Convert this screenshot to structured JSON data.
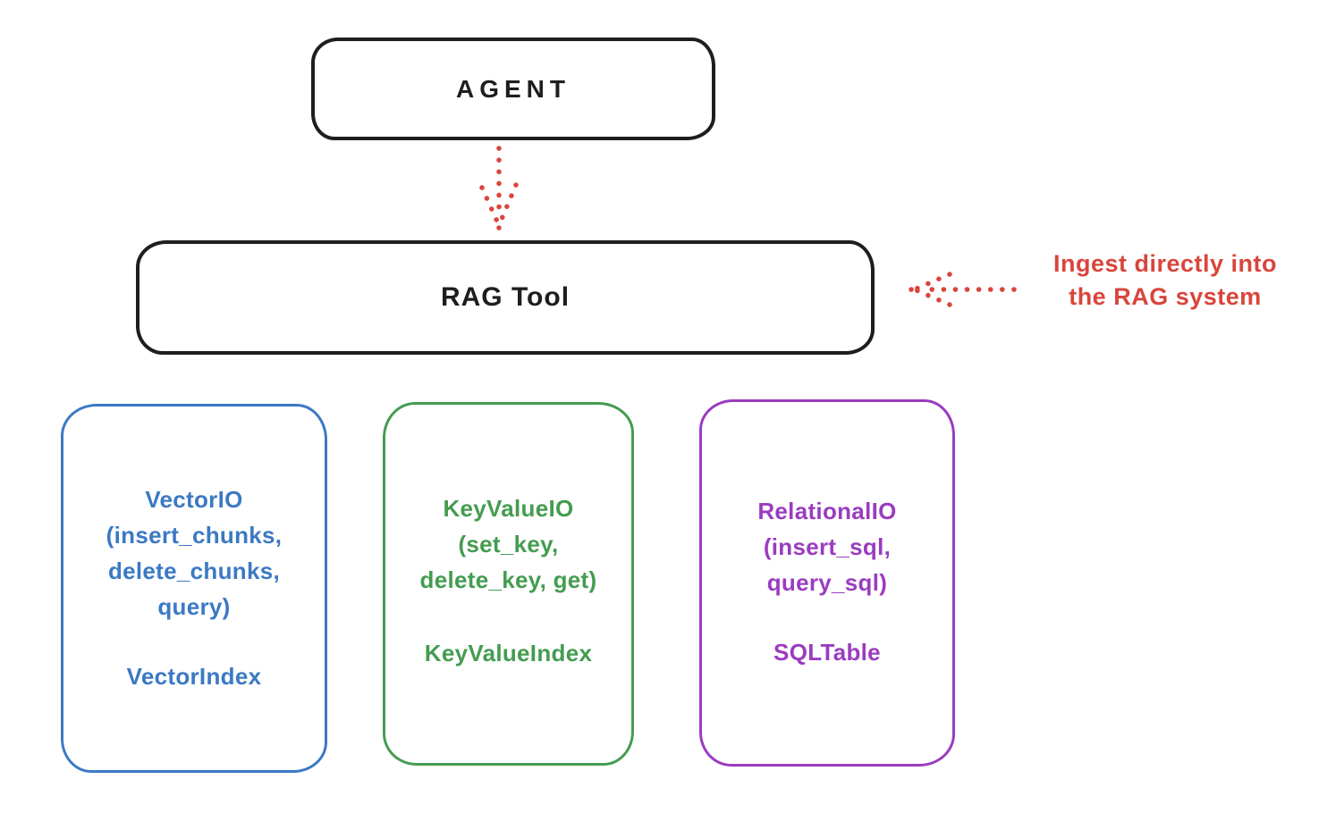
{
  "colors": {
    "ink": "#1e1e1e",
    "red": "#d9453c",
    "blue": "#3b79c4",
    "green": "#449c50",
    "purple": "#9a3cc0"
  },
  "agent_box": {
    "label": "AGENT"
  },
  "rag_tool_box": {
    "label": "RAG Tool"
  },
  "arrows": {
    "agent_to_rag": {
      "style": "dotted",
      "direction": "down",
      "color": "#d9453c"
    },
    "ingest_to_rag": {
      "style": "dotted",
      "direction": "left",
      "color": "#d9453c"
    }
  },
  "annotation": {
    "line1": "Ingest directly into",
    "line2": "the RAG system",
    "color": "#d9453c"
  },
  "io_boxes": [
    {
      "id": "vector-io",
      "color": "#3b79c4",
      "lines": [
        "VectorIO",
        "(insert_chunks,",
        "delete_chunks,",
        "query)"
      ],
      "index_label": "VectorIndex"
    },
    {
      "id": "keyvalue-io",
      "color": "#449c50",
      "lines": [
        "KeyValueIO",
        "(set_key,",
        "delete_key, get)"
      ],
      "index_label": "KeyValueIndex"
    },
    {
      "id": "relational-io",
      "color": "#9a3cc0",
      "lines": [
        "RelationalIO",
        "(insert_sql,",
        "query_sql)"
      ],
      "index_label": "SQLTable"
    }
  ]
}
